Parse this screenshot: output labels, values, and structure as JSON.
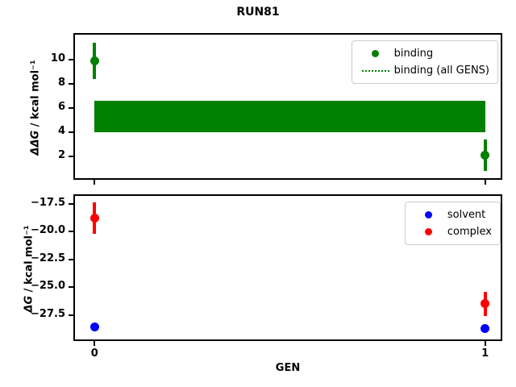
{
  "figure": {
    "title": "RUN81",
    "xlabel": "GEN",
    "background": "#ffffff"
  },
  "colors": {
    "binding": "#008000",
    "solvent": "#0000ff",
    "complex": "#ff0000",
    "axes": "#000000"
  },
  "chart_data": [
    {
      "type": "scatter",
      "ylabel": "ΔΔG / kcal mol⁻¹",
      "ylabel_math": "ΔΔG",
      "ylabel_rest": " / kcal mol⁻¹",
      "xlim": [
        -0.05,
        1.04
      ],
      "ylim": [
        0.2,
        12.1
      ],
      "yticks": [
        10,
        8,
        6,
        4,
        2
      ],
      "ytick_labels": [
        "10",
        "8",
        "6",
        "4",
        "2"
      ],
      "xticks": [
        0,
        1
      ],
      "xtick_labels": null,
      "grid": false,
      "series": [
        {
          "name": "binding",
          "color": "#008000",
          "marker": "circle",
          "x": [
            0,
            1
          ],
          "y": [
            9.9,
            2.1
          ],
          "yerr": [
            1.5,
            1.3
          ]
        }
      ],
      "band": {
        "name": "binding (all GENS)",
        "color": "#008000",
        "x0": 0,
        "x1": 1,
        "ylow": 4.0,
        "yhigh": 6.6
      },
      "legend_position": "upper right",
      "legend": [
        {
          "label": "binding",
          "marker": "dot",
          "color": "#008000"
        },
        {
          "label": "binding (all GENS)",
          "marker": "dotted-line",
          "color": "#008000"
        }
      ]
    },
    {
      "type": "scatter",
      "ylabel": "ΔG / kcal mol⁻¹",
      "ylabel_math": "ΔG",
      "ylabel_rest": " / kcal mol⁻¹",
      "xlim": [
        -0.05,
        1.04
      ],
      "ylim": [
        -29.7,
        -16.8
      ],
      "yticks": [
        -17.5,
        -20.0,
        -22.5,
        -25.0,
        -27.5
      ],
      "ytick_labels": [
        "−17.5",
        "−20.0",
        "−22.5",
        "−25.0",
        "−27.5"
      ],
      "xticks": [
        0,
        1
      ],
      "xtick_labels": [
        "0",
        "1"
      ],
      "grid": false,
      "series": [
        {
          "name": "solvent",
          "color": "#0000ff",
          "marker": "circle",
          "x": [
            0,
            1
          ],
          "y": [
            -28.6,
            -28.7
          ],
          "yerr": [
            0,
            0
          ]
        },
        {
          "name": "complex",
          "color": "#ff0000",
          "marker": "circle",
          "x": [
            0,
            1
          ],
          "y": [
            -18.8,
            -26.5
          ],
          "yerr": [
            1.4,
            1.1
          ]
        }
      ],
      "legend_position": "upper right",
      "legend": [
        {
          "label": "solvent",
          "marker": "dot",
          "color": "#0000ff"
        },
        {
          "label": "complex",
          "marker": "dot",
          "color": "#ff0000"
        }
      ]
    }
  ]
}
